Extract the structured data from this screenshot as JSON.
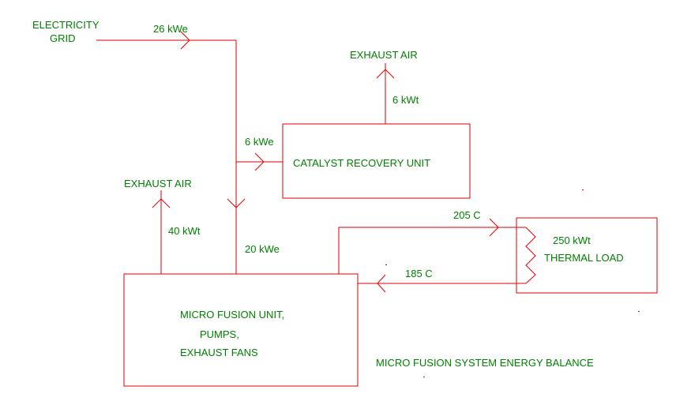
{
  "title": "MICRO FUSION SYSTEM ENERGY BALANCE",
  "colors": {
    "line": "#e00000",
    "text": "#008000",
    "background": "#ffffff"
  },
  "sources": {
    "grid_line1": "ELECTRICITY",
    "grid_line2": "GRID"
  },
  "flows": {
    "grid_input": "26 kWe",
    "to_catalyst": "6 kWe",
    "to_fusion": "20 kWe",
    "catalyst_exhaust": "6 kWt",
    "fusion_exhaust": "40 kWt",
    "supply_temp": "205 C",
    "return_temp": "185 C"
  },
  "exhaust_labels": {
    "catalyst": "EXHAUST AIR",
    "fusion": "EXHAUST AIR"
  },
  "units": {
    "catalyst": "CATALYST RECOVERY UNIT",
    "fusion_line1": "MICRO FUSION UNIT,",
    "fusion_line2": "PUMPS,",
    "fusion_line3": "EXHAUST FANS",
    "thermal_value": "250 kWt",
    "thermal_label": "THERMAL LOAD"
  }
}
